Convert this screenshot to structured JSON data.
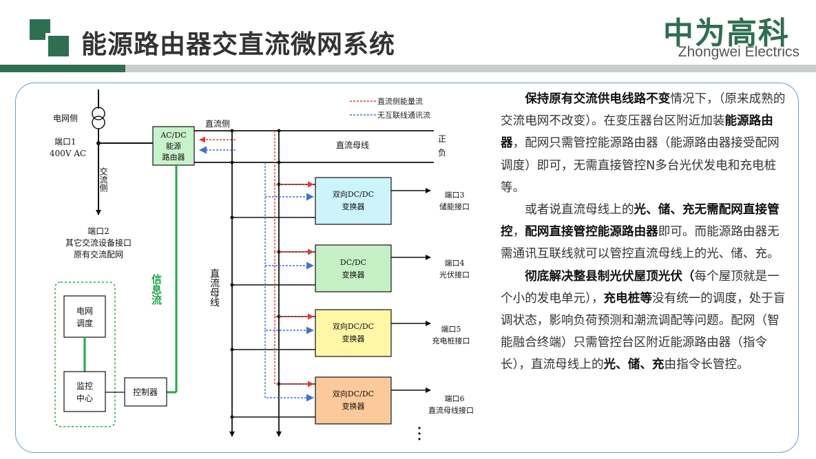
{
  "header": {
    "title": "能源路由器交直流微网系统",
    "brand_cn": "中为高科",
    "brand_en": "Zhongwei Electrics",
    "colors": {
      "brand_green": "#2e6e52",
      "red_line": "#e53935",
      "blue_line": "#3f6fe0",
      "green_line": "#22a84a"
    }
  },
  "diagram": {
    "legend_dc": "直流侧能量流",
    "legend_comm": "无互联线通讯流",
    "grid_side": "电网侧",
    "port1": "端口1",
    "port1_v": "400V AC",
    "ac_side_v": "交流侧",
    "port2": "端口2",
    "port2_desc": "其它交流设备接口",
    "port2_desc2": "原有交流配网",
    "router_l1": "AC/DC",
    "router_l2": "能源",
    "router_l3": "路由器",
    "dc_side": "直流侧",
    "dc_bus_h": "直流母线",
    "pos": "正",
    "neg": "负",
    "dc_bus_v": "直流母线",
    "info_flow": "信息流",
    "grid_dispatch_l1": "电网",
    "grid_dispatch_l2": "调度",
    "monitor_l1": "监控",
    "monitor_l2": "中心",
    "controller": "控制器",
    "converters": [
      {
        "l1": "双向DC/DC",
        "l2": "变换器",
        "port": "端口3",
        "desc": "储能接口",
        "fill": "#cdf3fb"
      },
      {
        "l1": "DC/DC",
        "l2": "变换器",
        "port": "端口4",
        "desc": "光伏接口",
        "fill": "#c5f0c5"
      },
      {
        "l1": "双向DC/DC",
        "l2": "变换器",
        "port": "端口5",
        "desc": "充电桩接口",
        "fill": "#fdf7a6"
      },
      {
        "l1": "双向DC/DC",
        "l2": "变换器",
        "port": "端口6",
        "desc": "直流母线接口",
        "fill": "#fcc99a"
      }
    ]
  },
  "text": {
    "p1_b1": "保持原有交流供电线路不变",
    "p1_t1": "情况下，（原来成熟的交流电网不改变）。在变压器台区附近加装",
    "p1_b2": "能源路由器",
    "p1_t2": "，配网只需管控能源路由器（能源路由器接受配网调度）即可，无需直接管控N多台光伏发电和充电桩等。",
    "p2_t1": "或者说直流母线上的",
    "p2_b1": "光、储、充无需配网直接管控",
    "p2_t2": "，",
    "p2_b2": "配网直接管控能源路由器",
    "p2_t3": "即可。而能源路由器无需通讯互联线就可以管控直流母线上的光、储、充。",
    "p3_b1": "彻底解决整县制光伏屋顶光伏（",
    "p3_t1": "每个屋顶就是一个小的发电单元），",
    "p3_b2": "充电桩等",
    "p3_t2": "没有统一的调度，处于盲调状态，影响负荷预测和潮流调配等问题。配网（智能融合终端）只需管控台区附近能源路由器（指令长），直流母线上的",
    "p3_b3": "光、储、充",
    "p3_t3": "由指令长管控。"
  }
}
